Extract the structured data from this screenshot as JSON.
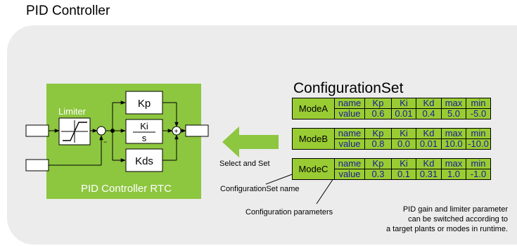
{
  "title": "PID Controller",
  "rtc": {
    "label": "PID Controller RTC",
    "limiter": "Limiter",
    "kp": "Kp",
    "ki_num": "Ki",
    "ki_den": "s",
    "kds": "Kds"
  },
  "arrow_label": "Select and Set",
  "config_set": {
    "title": "ConfigurationSet",
    "headers": [
      "name",
      "Kp",
      "Ki",
      "Kd",
      "max",
      "min"
    ],
    "row_label": "value",
    "modes": [
      {
        "name": "ModeA",
        "values": [
          "0.6",
          "0.01",
          "0.4",
          "5.0",
          "-5.0"
        ]
      },
      {
        "name": "ModeB",
        "values": [
          "0.8",
          "0.0",
          "0.01",
          "10.0",
          "-10.0"
        ]
      },
      {
        "name": "ModeC",
        "values": [
          "0.3",
          "0.1",
          "0.31",
          "1.0",
          "-1.0"
        ]
      }
    ]
  },
  "annotations": {
    "set_name": "ConfigurationSet name",
    "parameters": "Configuration parameters",
    "note_lines": [
      "PID gain and limiter parameter",
      "can be switched according to",
      "a target plants or modes in runtime."
    ]
  },
  "colors": {
    "rtc_green": "#8dc63f",
    "arrow_green": "#8dc63f",
    "table_green": "#99cc33",
    "panel_gray": "#ececec"
  }
}
